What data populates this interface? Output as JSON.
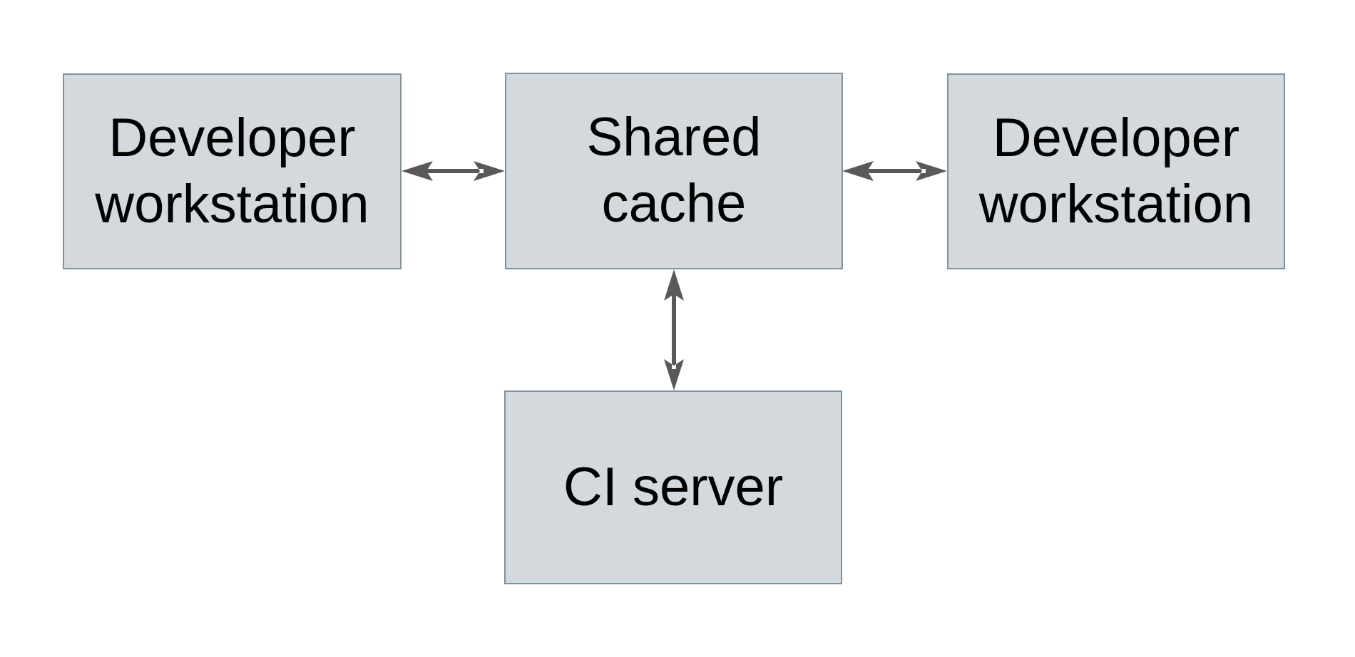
{
  "diagram": {
    "type": "architecture-diagram",
    "background": "#ffffff",
    "nodes": [
      {
        "id": "developer-workstation-left",
        "label": "Developer\nworkstation"
      },
      {
        "id": "shared-cache",
        "label": "Shared\ncache"
      },
      {
        "id": "developer-workstation-right",
        "label": "Developer\nworkstation"
      },
      {
        "id": "ci-server",
        "label": "CI server"
      }
    ],
    "edges": [
      {
        "from": "developer-workstation-left",
        "to": "shared-cache",
        "type": "bidirectional-arrow",
        "orientation": "horizontal"
      },
      {
        "from": "shared-cache",
        "to": "developer-workstation-right",
        "type": "bidirectional-arrow",
        "orientation": "horizontal"
      },
      {
        "from": "shared-cache",
        "to": "ci-server",
        "type": "bidirectional-arrow",
        "orientation": "vertical"
      }
    ],
    "colors": {
      "node_fill": "#d3d9dc",
      "node_border": "#7d929e",
      "arrow": "#595959",
      "text": "#000000",
      "background": "#ffffff"
    }
  }
}
